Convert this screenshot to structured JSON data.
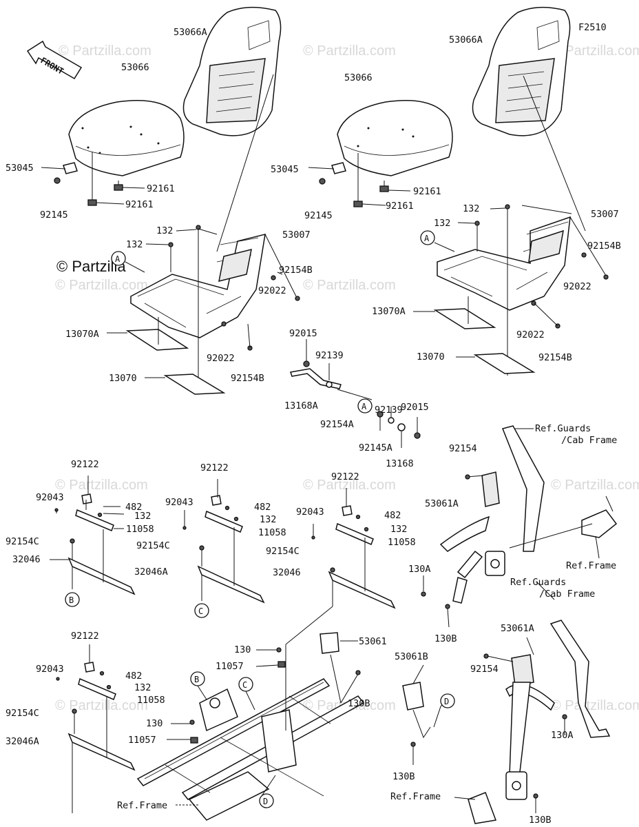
{
  "diagram_id": "F2510",
  "front_label": "FRONT",
  "watermark": "© Partzilla.com",
  "watermark_short": "© Partzilla",
  "parts": {
    "p53066A": "53066A",
    "p53066": "53066",
    "p53045": "53045",
    "p92145": "92145",
    "p92161": "92161",
    "p132": "132",
    "p53007": "53007",
    "p92154B": "92154B",
    "p92022": "92022",
    "p13070A": "13070A",
    "p13070": "13070",
    "p92015": "92015",
    "p92139": "92139",
    "p13168A": "13168A",
    "p92154A": "92154A",
    "p92145A": "92145A",
    "p13168": "13168",
    "p92122": "92122",
    "p92043": "92043",
    "p482": "482",
    "p11058": "11058",
    "p92154C": "92154C",
    "p32046": "32046",
    "p32046A": "32046A",
    "p92154": "92154",
    "p53061A": "53061A",
    "p53061": "53061",
    "p53061B": "53061B",
    "p130": "130",
    "p130A": "130A",
    "p130B": "130B",
    "p11057": "11057"
  },
  "refs": {
    "guards_cab_line1": "Ref.Guards",
    "guards_cab_line2": "/Cab Frame",
    "frame": "Ref.Frame",
    "frame_dotted": "Ref.Frame"
  },
  "callouts": {
    "A": "A",
    "B": "B",
    "C": "C",
    "D": "D"
  }
}
